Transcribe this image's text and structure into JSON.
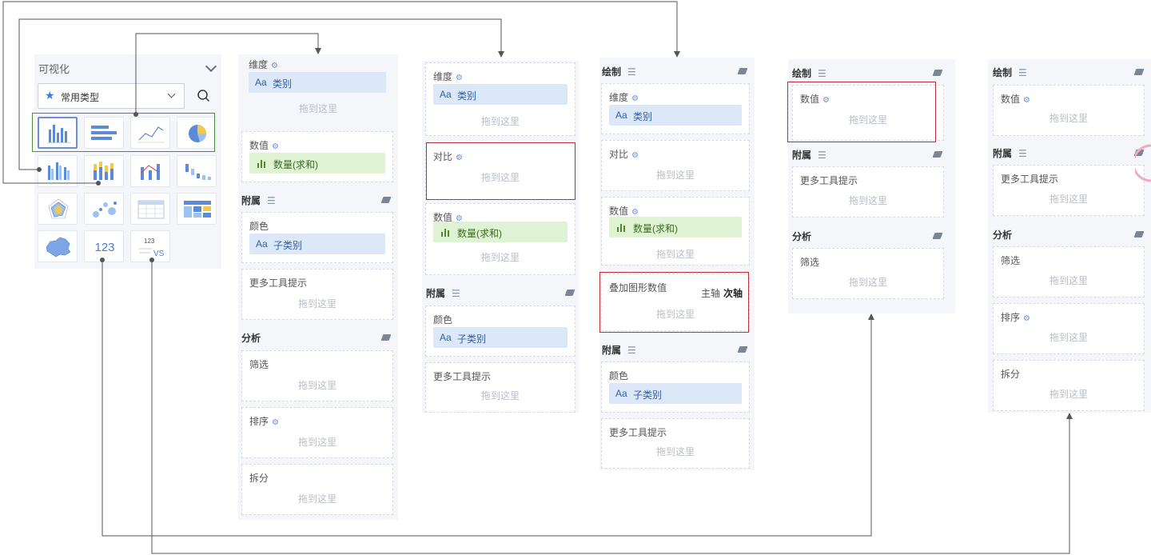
{
  "visualization": {
    "title": "可视化",
    "chart_group": "常用类型",
    "icons": [
      "star-icon",
      "chevron-down-icon",
      "search-icon"
    ],
    "chart_types": [
      "column-chart-icon",
      "bar-chart-icon",
      "line-chart-icon",
      "pie-chart-icon",
      "grouped-column-chart-icon",
      "stacked-column-chart-icon",
      "combo-chart-icon",
      "waterfall-chart-icon",
      "radar-chart-icon",
      "scatter-chart-icon",
      "table-icon",
      "heatmap-table-icon",
      "map-icon",
      "indicator-card-icon",
      "comparison-card-icon"
    ],
    "indicator_text": "123",
    "compare_top": "123",
    "compare_vs": "VS"
  },
  "labels": {
    "dimension": "维度",
    "measure": "数值",
    "attach": "附属",
    "color": "颜色",
    "tooltip": "更多工具提示",
    "analysis": "分析",
    "filter": "筛选",
    "sort": "排序",
    "split": "拆分",
    "compare": "对比",
    "draw": "绘制",
    "overlay_values": "叠加图形数值",
    "primary_axis": "主轴",
    "secondary_axis": "次轴",
    "drop_here": "拖到这里",
    "aa": "Aa"
  },
  "fields": {
    "category": "类别",
    "subcategory": "子类别",
    "quantity_sum": "数量(求和)"
  },
  "colors": {
    "dimension_chip": "#dce8f7",
    "measure_chip": "#dff2d3",
    "highlight_red": "#b8303a",
    "highlight_green": "#4d8a3d",
    "connector": "#555555"
  }
}
